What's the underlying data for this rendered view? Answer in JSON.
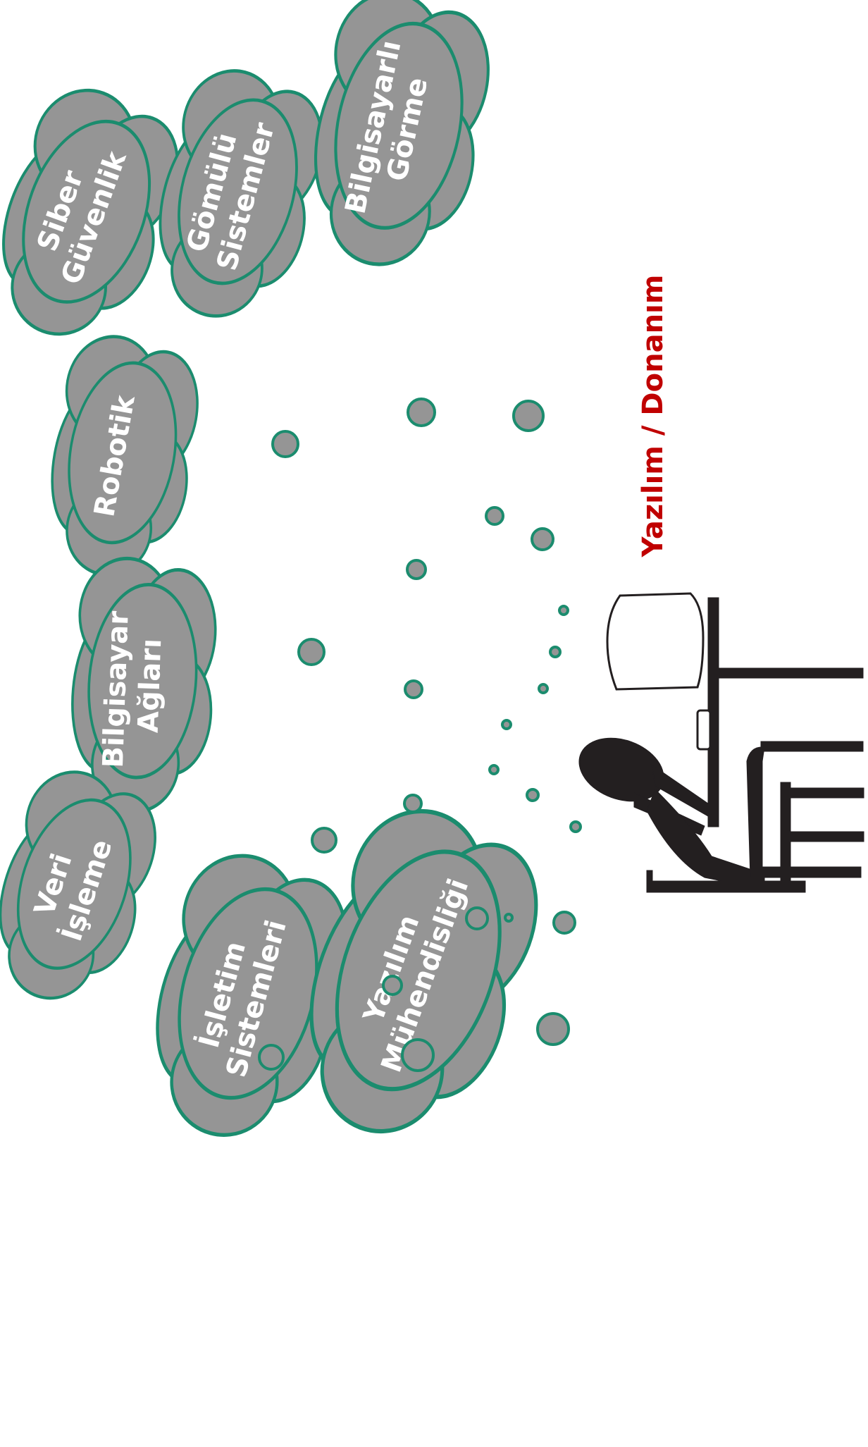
{
  "title": "Yazılım / Donanım",
  "clouds": {
    "siber": [
      "Siber",
      "Güvenlik"
    ],
    "gomulu": [
      "Gömülü",
      "Sistemler"
    ],
    "gorme": [
      "Bilgisayarlı",
      "Görme"
    ],
    "robotik": [
      "Robotik"
    ],
    "aglar": [
      "Bilgisayar",
      "Ağları"
    ],
    "veri": [
      "Veri",
      "İşleme"
    ],
    "isletim": [
      "İşletim",
      "Sistemleri"
    ],
    "yazilim": [
      "Yazılım",
      "Mühendisliği"
    ]
  },
  "colors": {
    "cloud_fill": "#959595",
    "cloud_stroke": "#1b8c6e",
    "title": "#c00000",
    "figure": "#231f20"
  },
  "icons": [
    "thinking-person-at-computer-icon"
  ]
}
